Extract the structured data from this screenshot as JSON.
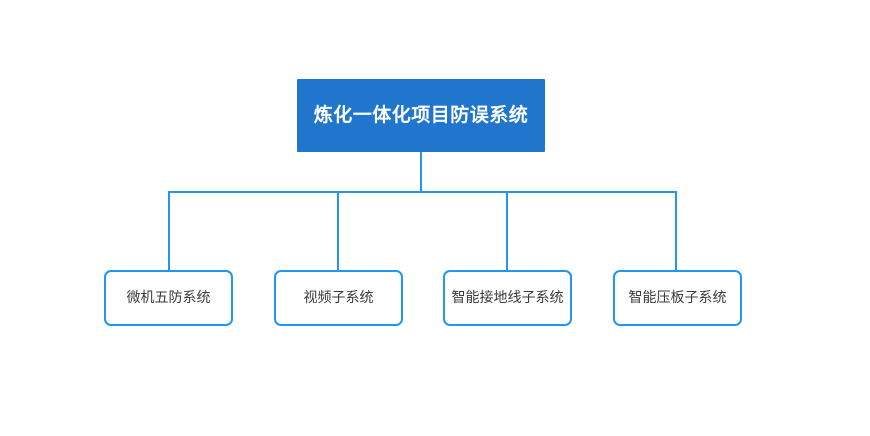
{
  "diagram": {
    "type": "organizational-tree",
    "title_text": "炼化一体化项目防误系统",
    "background_color": "#ffffff",
    "root": {
      "label": "炼化一体化项目防误系统",
      "fill_color": "#1f76cc",
      "text_color": "#ffffff"
    },
    "connector": {
      "line_color": "#2196f3",
      "line_width": 2
    },
    "children": [
      {
        "label": "微机五防系统",
        "border_color": "#2196f3",
        "fill_color": "#ffffff",
        "text_color": "#3a3a3a"
      },
      {
        "label": "视频子系统",
        "border_color": "#2196f3",
        "fill_color": "#ffffff",
        "text_color": "#3a3a3a"
      },
      {
        "label": "智能接地线子系统",
        "border_color": "#2196f3",
        "fill_color": "#ffffff",
        "text_color": "#3a3a3a"
      },
      {
        "label": "智能压板子系统",
        "border_color": "#2196f3",
        "fill_color": "#ffffff",
        "text_color": "#3a3a3a"
      }
    ]
  }
}
